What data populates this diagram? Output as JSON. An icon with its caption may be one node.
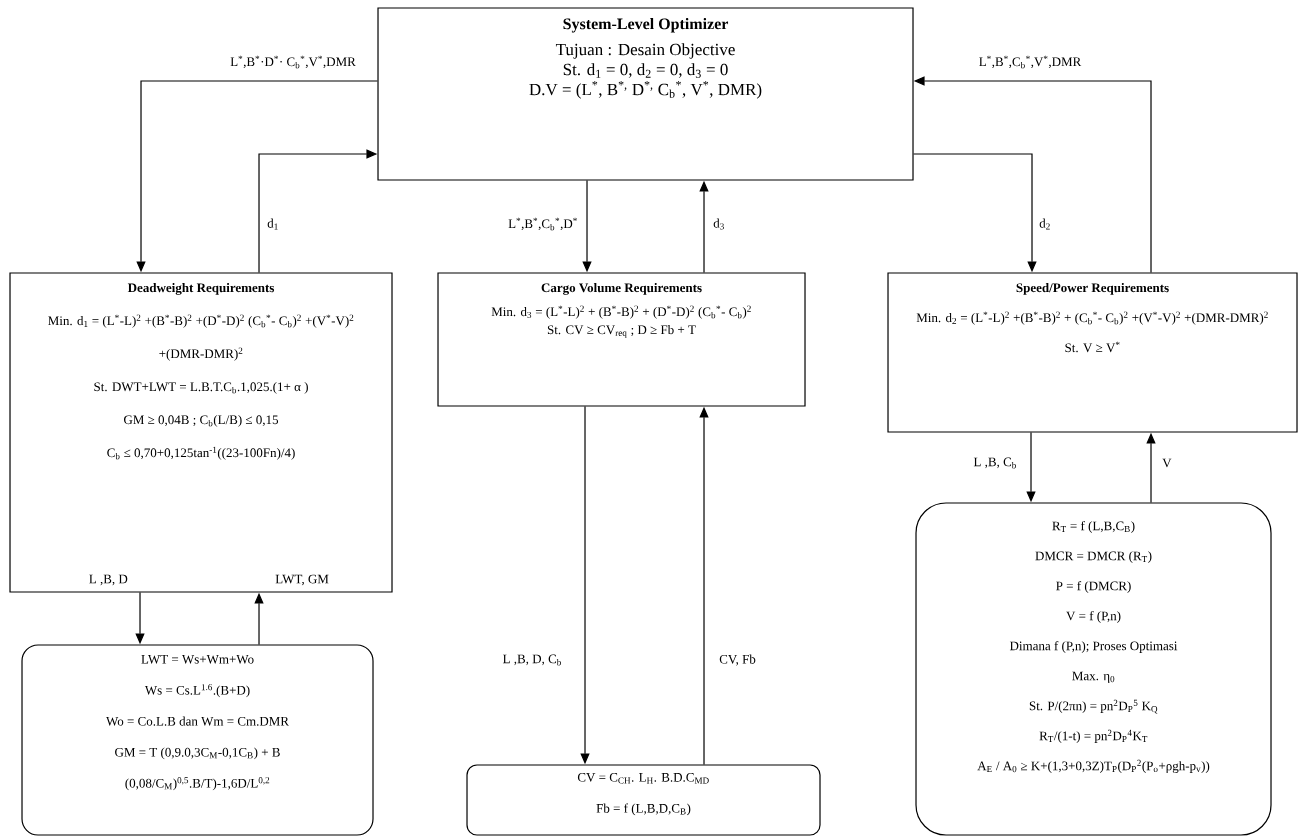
{
  "diagram": {
    "nodes": [
      {
        "text": [
          "System-Level Optimizer",
          "Tujuan : Desain Objective",
          "St. d$_{1}$ = 0, d$_{2}$ = 0, d$_{3}$ = 0",
          "D.V = (L$^{*}$, B$^{*,}$ D$^{*,}$ C$_{b}$$^{*}$, V$^{*}$, DMR)"
        ]
      },
      {
        "text": [
          "Deadweight Requirements",
          "Min. d$_{1}$ = (L$^{*}$-L)$^{2}$ +(B$^{*}$-B)$^{2}$ +(D$^{*}$-D)$^{2}$ (C$_{b}$$^{*}$- C$_{b}$)$^{2}$ +(V$^{*}$-V)$^{2}$ +(DMR-DMR)$^{2}$",
          "St. DWT+LWT = L.B.T.C$_{b}$.1,025.(1+ α )",
          "GM ≥ 0,04B ; C$_{b}$(L/B) ≤ 0,15",
          "C$_{b}$ ≤ 0,70+0,125tan$^{-1}$((23-100Fn)/4)"
        ]
      },
      {
        "text": [
          "Cargo Volume Requirements",
          "Min. d$_{3}$ = (L$^{*}$-L)$^{2}$ + (B$^{*}$-B)$^{2}$ + (D$^{*}$-D)$^{2}$ (C$_{b}$$^{*}$- C$_{b}$)$^{2}$",
          "St. CV ≥ CV$_{req}$ ; D ≥ Fb + T"
        ]
      },
      {
        "text": [
          "Speed/Power Requirements",
          "Min. d$_{2}$ = (L$^{*}$-L)$^{2}$ +(B$^{*}$-B)$^{2}$ + (C$_{b}$$^{*}$- C$_{b}$)$^{2}$ +(V$^{*}$-V)$^{2}$ +(DMR-DMR)$^{2}$",
          "St. V ≥ V$^{*}$"
        ]
      },
      {
        "text": [
          "LWT = Ws+Wm+Wo",
          "Ws = Cs.L$^{1.6}$.(B+D)",
          "Wo = Co.L.B dan Wm = Cm.DMR",
          "GM = T (0,9.0,3C$_{M}$-0,1C$_{B}$) + B (0,08/C$_{M}$)$^{0,5}$.B/T)-1,6D/L$^{0,2}$"
        ]
      },
      {
        "text": [
          "CV = C$_{CH}$. L$_{H}$. B.D.C$_{MD}$",
          "Fb = f (L,B,D,C$_{B}$)"
        ]
      },
      {
        "text": [
          "R$_{T}$ = f (L,B,C$_{B}$)",
          "DMCR = DMCR (R$_{T}$)",
          "P = f (DMCR)",
          "V = f (P,n)",
          "Dimana f (P,n); Proses Optimasi",
          "Max.  η$_{0}$",
          "St. P/(2πn) = pn$^{2}$D$_{P}$$^{5}$ K$_{Q}$",
          "R$_{T}$/(1-t) = pn$^{2}$D$_{P}$$^{4}$K$_{T}$",
          "A$_{E}$ / A$_{0}$ ≥ K+(1,3+0,3Z)T$_{P}$(D$_{P}$$^{2}$(P$_{o}$+ρgh-p$_{v}$))"
        ]
      }
    ],
    "edges": [
      {
        "from": 0,
        "to": 1,
        "arrow": "to",
        "label": "L$^{*}$,B$^{*}$·D$^{*}$· C$_{b}$$^{*}$,V$^{*}$,DMR"
      },
      {
        "from": 1,
        "to": 0,
        "arrow": "to",
        "label": "d$_{1}$"
      },
      {
        "from": 0,
        "to": 2,
        "arrow": "to",
        "label": "L$^{*}$,B$^{*}$,C$_{b}$$^{*}$,D$^{*}$"
      },
      {
        "from": 2,
        "to": 0,
        "arrow": "to",
        "label": "d$_{3}$"
      },
      {
        "from": 0,
        "to": 3,
        "arrow": "to",
        "label": "d$_{2}$"
      },
      {
        "from": 3,
        "to": 0,
        "arrow": "to",
        "label": "L$^{*}$,B$^{*}$,C$_{b}$$^{*}$,V$^{*}$,DMR"
      },
      {
        "from": 1,
        "to": 4,
        "arrow": "to",
        "label": "L ,B, D"
      },
      {
        "from": 4,
        "to": 1,
        "arrow": "to",
        "label": "LWT, GM"
      },
      {
        "from": 2,
        "to": 5,
        "arrow": "to",
        "label": "L ,B, D, C$_{b}$"
      },
      {
        "from": 5,
        "to": 2,
        "arrow": "to",
        "label": "CV, Fb"
      },
      {
        "from": 3,
        "to": 6,
        "arrow": "to",
        "label": "L ,B,  C$_{b}$"
      },
      {
        "from": 6,
        "to": 3,
        "arrow": "to",
        "label": "V"
      }
    ]
  }
}
